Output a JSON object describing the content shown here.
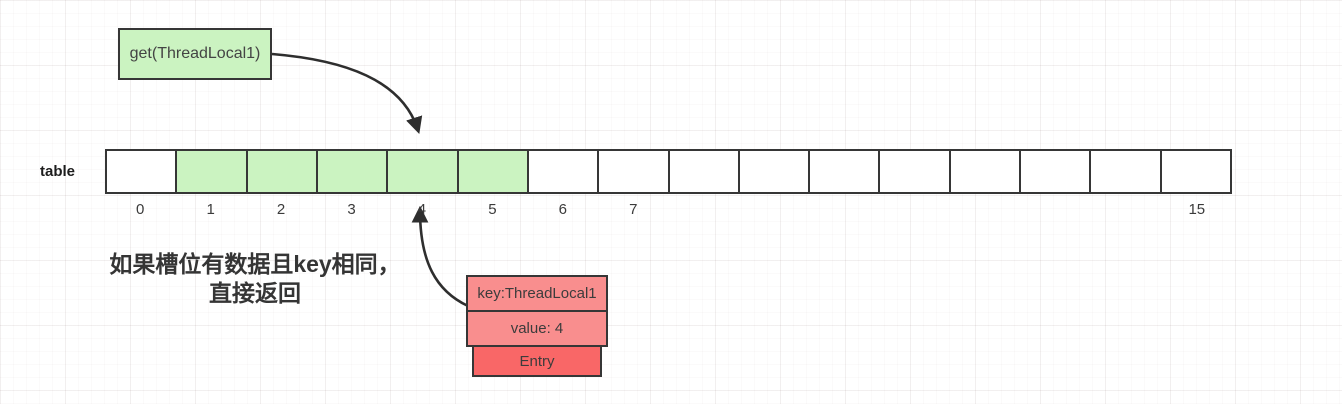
{
  "colors": {
    "green": "#cbf3c1",
    "salmon": "#f98e8e",
    "red": "#f96767",
    "border": "#363636",
    "arrow": "#2e2e2e"
  },
  "get_box": {
    "label": "get(ThreadLocal1)"
  },
  "table": {
    "label": "table",
    "cells": [
      {
        "label": "0",
        "highlighted": false
      },
      {
        "label": "1",
        "highlighted": true
      },
      {
        "label": "2",
        "highlighted": true
      },
      {
        "label": "3",
        "highlighted": true
      },
      {
        "label": "4",
        "highlighted": true
      },
      {
        "label": "5",
        "highlighted": true
      },
      {
        "label": "6",
        "highlighted": false
      },
      {
        "label": "7",
        "highlighted": false
      },
      {
        "label": "",
        "highlighted": false
      },
      {
        "label": "",
        "highlighted": false
      },
      {
        "label": "",
        "highlighted": false
      },
      {
        "label": "",
        "highlighted": false
      },
      {
        "label": "",
        "highlighted": false
      },
      {
        "label": "",
        "highlighted": false
      },
      {
        "label": "",
        "highlighted": false
      },
      {
        "label": "15",
        "highlighted": false
      }
    ]
  },
  "entry": {
    "key": "key:ThreadLocal1",
    "value": "value: 4",
    "name": "Entry"
  },
  "annotation": {
    "line1": "如果槽位有数据且key相同，",
    "line2": "直接返回"
  }
}
